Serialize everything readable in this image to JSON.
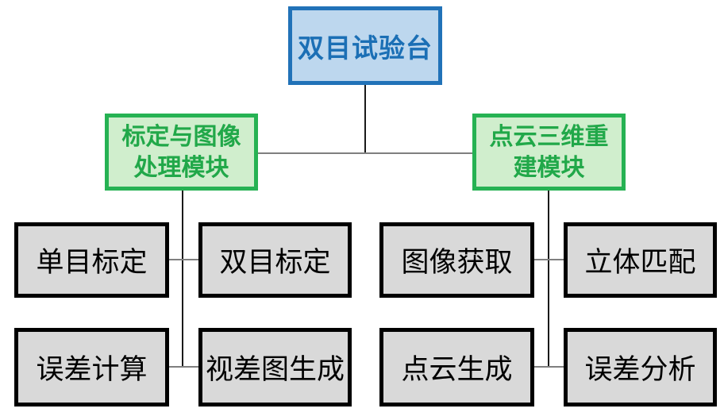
{
  "diagram": {
    "root": {
      "label": "双目试验台"
    },
    "modules": [
      {
        "id": "calibration-image-processing-module",
        "line1": "标定与图像",
        "line2": "处理模块"
      },
      {
        "id": "pointcloud-3d-reconstruction-module",
        "line1": "点云三维重",
        "line2": "建模块"
      }
    ],
    "leaves": [
      {
        "id": "monocular-calibration",
        "label": "单目标定"
      },
      {
        "id": "binocular-calibration",
        "label": "双目标定"
      },
      {
        "id": "error-calculation",
        "label": "误差计算"
      },
      {
        "id": "disparity-map-generation",
        "label": "视差图生成"
      },
      {
        "id": "image-acquisition",
        "label": "图像获取"
      },
      {
        "id": "stereo-matching",
        "label": "立体匹配"
      },
      {
        "id": "pointcloud-generation",
        "label": "点云生成"
      },
      {
        "id": "error-analysis",
        "label": "误差分析"
      }
    ],
    "edges": [
      "root -> calibration-image-processing-module",
      "root -> pointcloud-3d-reconstruction-module",
      "calibration-image-processing-module -> monocular-calibration",
      "calibration-image-processing-module -> binocular-calibration",
      "calibration-image-processing-module -> error-calculation",
      "calibration-image-processing-module -> disparity-map-generation",
      "pointcloud-3d-reconstruction-module -> image-acquisition",
      "pointcloud-3d-reconstruction-module -> stereo-matching",
      "pointcloud-3d-reconstruction-module -> pointcloud-generation",
      "pointcloud-3d-reconstruction-module -> error-analysis"
    ]
  },
  "colors": {
    "background": "#FFFFFF",
    "root_fill": "#BDD7EE",
    "root_border": "#2172B8",
    "root_text": "#1B6FB5",
    "module_fill": "#D0EECD",
    "module_border": "#26B253",
    "module_text": "#21A849",
    "leaf_fill": "#D9D9D9",
    "leaf_border": "#000000",
    "leaf_text": "#000000",
    "connector_dark": "#1A1A1A",
    "connector_gray": "#7F7F7F"
  }
}
